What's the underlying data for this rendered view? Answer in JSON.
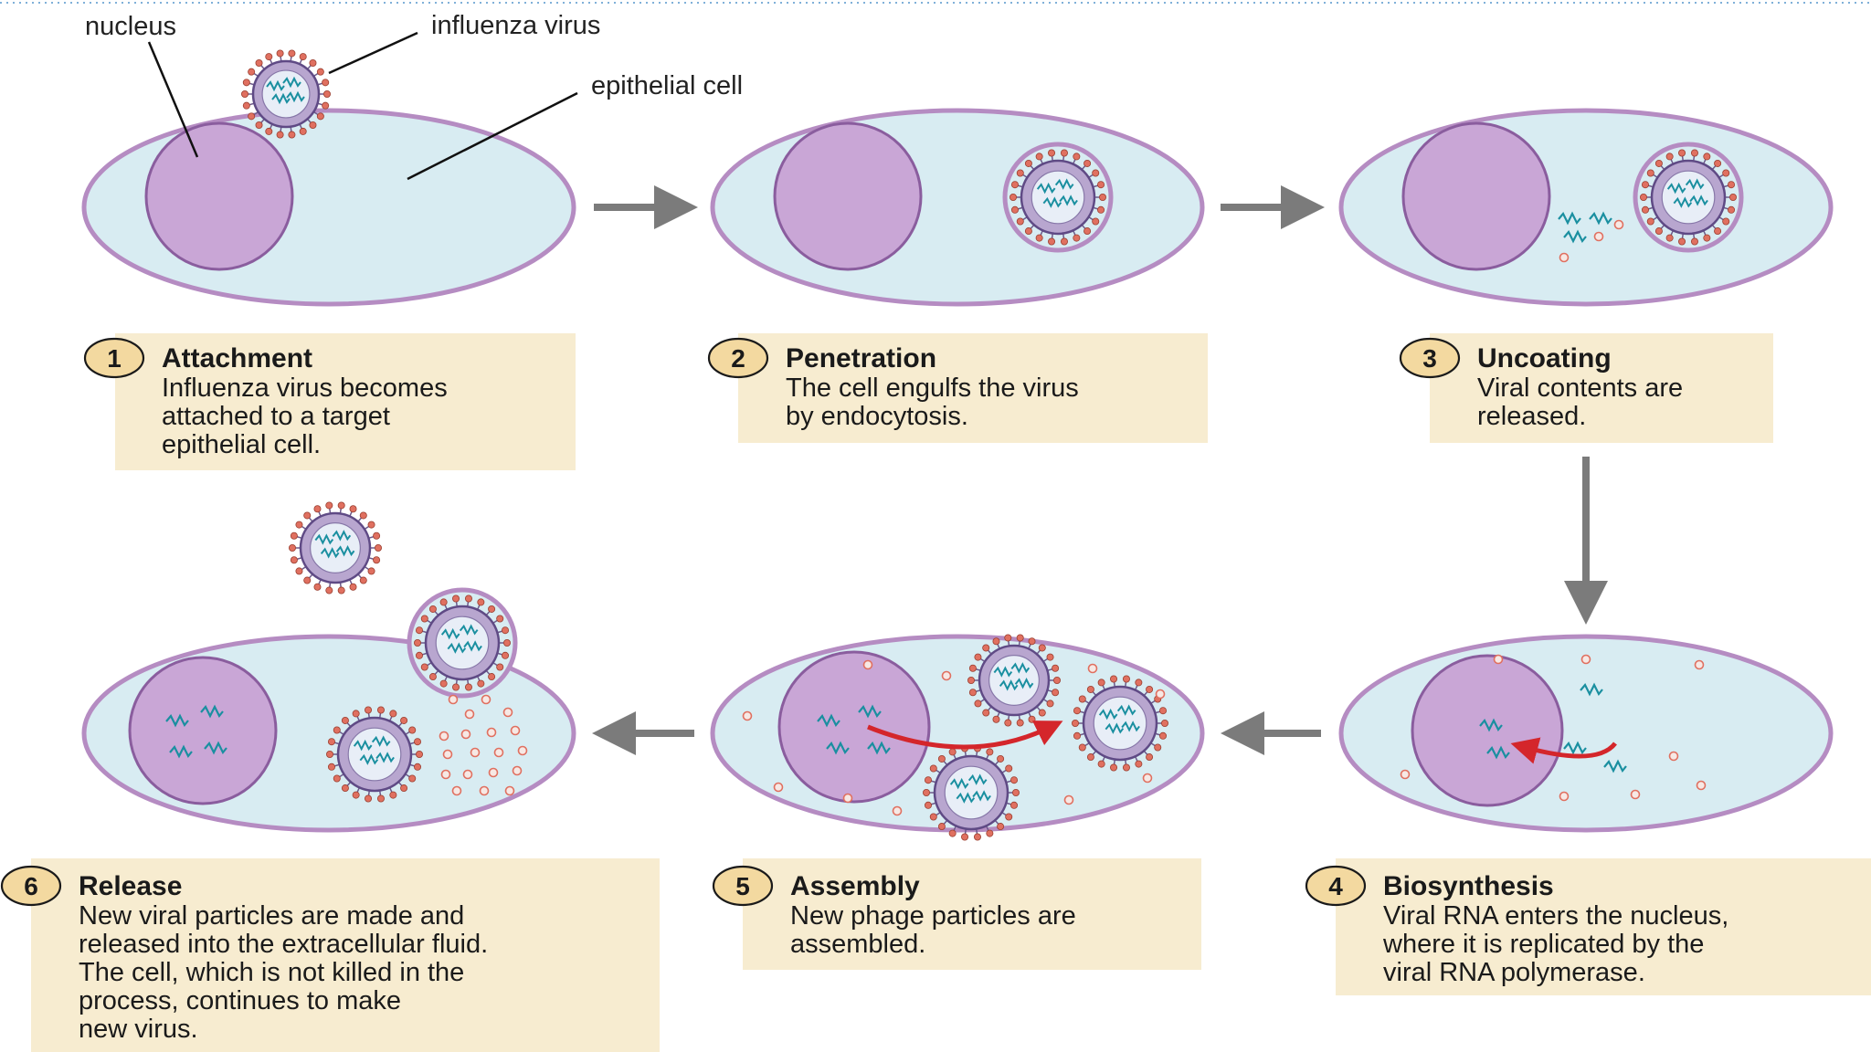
{
  "labels": {
    "nucleus": "nucleus",
    "virus": "influenza virus",
    "cell": "epithelial cell"
  },
  "steps": [
    {
      "number": "1",
      "title": "Attachment",
      "lines": [
        "Influenza virus becomes",
        "attached to a target",
        "epithelial cell."
      ]
    },
    {
      "number": "2",
      "title": "Penetration",
      "lines": [
        "The cell engulfs the virus",
        "by endocytosis."
      ]
    },
    {
      "number": "3",
      "title": "Uncoating",
      "lines": [
        "Viral contents are",
        "released."
      ]
    },
    {
      "number": "4",
      "title": "Biosynthesis",
      "lines": [
        "Viral RNA enters the nucleus,",
        "where it is replicated by the",
        "viral RNA polymerase."
      ]
    },
    {
      "number": "5",
      "title": "Assembly",
      "lines": [
        "New phage particles are",
        "assembled."
      ]
    },
    {
      "number": "6",
      "title": "Release",
      "lines": [
        "New viral particles are made and",
        "released into the extracellular fluid.",
        "The cell, which is not killed in the",
        "process, continues to make",
        "new virus."
      ]
    }
  ],
  "colors": {
    "cell_fill": "#d8ecf2",
    "cell_stroke": "#b58cc2",
    "nucleus_fill": "#c9a6d6",
    "nucleus_stroke": "#8a5d9e",
    "caption_bg": "#f7ecd0",
    "badge_fill": "#f3d9a0",
    "arrow_gray": "#7b7b7b",
    "arrow_red": "#d4262b",
    "rna_teal": "#1a8fa0",
    "spike_red": "#e07060"
  }
}
